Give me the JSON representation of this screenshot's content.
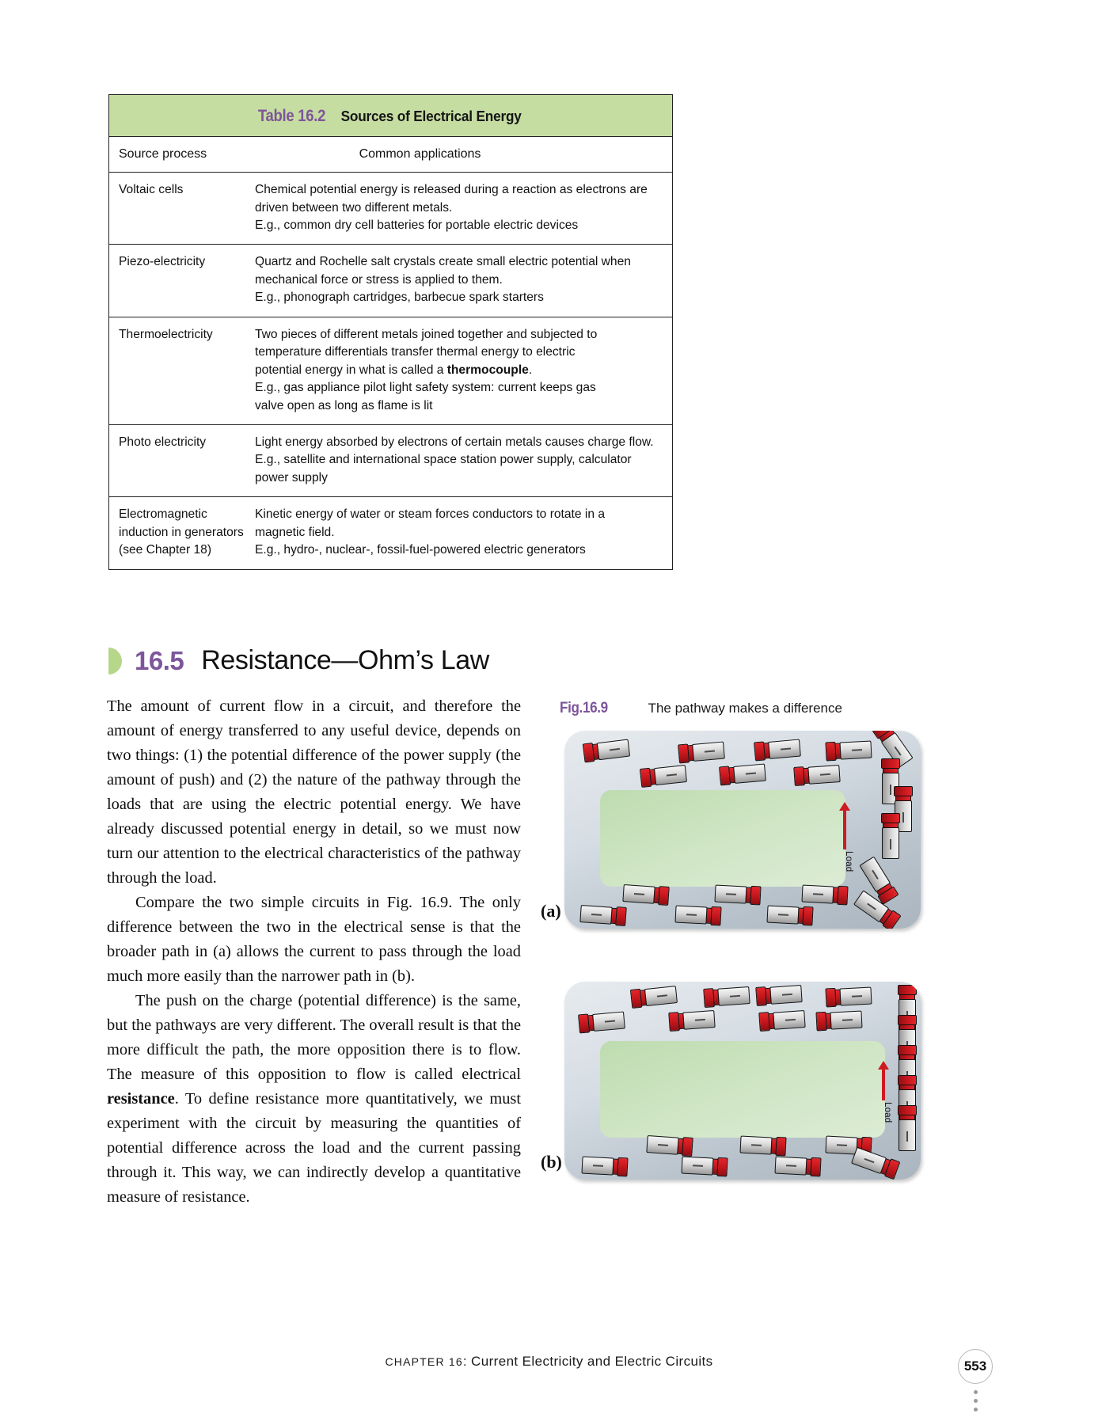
{
  "table": {
    "number": "Table 16.2",
    "title": "Sources of Electrical Energy",
    "columns": [
      "Source process",
      "Common applications"
    ],
    "rows": [
      {
        "process": "Voltaic cells",
        "lines": [
          "Chemical potential energy is released during a reaction as electrons are",
          "driven between two different metals.",
          "E.g., common dry cell batteries for portable electric devices"
        ]
      },
      {
        "process": "Piezo-electricity",
        "lines": [
          "Quartz and Rochelle salt crystals create small electric potential when",
          "mechanical force or stress is applied to them.",
          "E.g., phonograph cartridges, barbecue spark starters"
        ]
      },
      {
        "process": "Thermoelectricity",
        "lines": [
          "Two pieces of different metals joined together and subjected to",
          "temperature differentials transfer thermal energy to electric",
          "potential energy in what is called a thermocouple.",
          "E.g., gas appliance pilot light safety system: current keeps gas",
          "valve open as long as flame is lit"
        ],
        "bold_term": "thermocouple"
      },
      {
        "process": "Photo electricity",
        "lines": [
          "Light energy absorbed by electrons of certain metals causes charge flow.",
          "E.g., satellite and international space station power supply, calculator",
          "power supply"
        ]
      },
      {
        "process": "Electromagnetic induction in generators (see Chapter 18)",
        "process_lines": [
          "Electromagnetic",
          "induction in generators",
          "(see Chapter 18)"
        ],
        "lines": [
          "Kinetic energy of water or steam forces conductors to rotate in a",
          "magnetic field.",
          "E.g., hydro-, nuclear-, fossil-fuel-powered electric generators"
        ]
      }
    ]
  },
  "section": {
    "number": "16.5",
    "title": "Resistance—Ohm’s Law"
  },
  "body": {
    "p1": "The amount of current flow in a circuit, and therefore the amount of energy transferred to any useful device, depends on two things: (1) the potential difference of the power supply (the amount of push) and (2) the nature of the pathway through the loads that are using the electric potential energy. We have already discussed potential energy in detail, so we must now turn our attention to the electrical characteristics of the pathway through the load.",
    "p2": "Compare the two simple circuits in Fig. 16.9. The only difference between the two in the electrical sense is that the broader path in (a) allows the current to pass through the load much more easily than the narrower path in (b).",
    "p3_part1": "The push on the charge (potential difference) is the same, but the pathways are very different. The overall result is that the more difficult the path, the more opposition there is to flow. The measure of this opposition to flow is called electrical ",
    "p3_bold": "resistance",
    "p3_part2": ". To define resistance more quantitatively, we must experiment with the circuit by measuring the quantities of potential difference across the load and the current passing through it. This way, we can indirectly develop a quantitative measure of resistance."
  },
  "figure": {
    "number": "Fig.16.9",
    "caption": "The pathway makes a difference",
    "panel_a_label": "(a)",
    "panel_b_label": "(b)",
    "load_label": "Load"
  },
  "footer": {
    "chapter_prefix": "CHAPTER 16",
    "chapter_title": ": Current Electricity and Electric Circuits",
    "page_number": "553"
  },
  "colors": {
    "table_header_green": "#c6dda2",
    "accent_purple": "#7d559b",
    "section_marker_green": "#b6d68a",
    "load_red": "#cc1b22",
    "load_green": "#cfe5c4"
  }
}
